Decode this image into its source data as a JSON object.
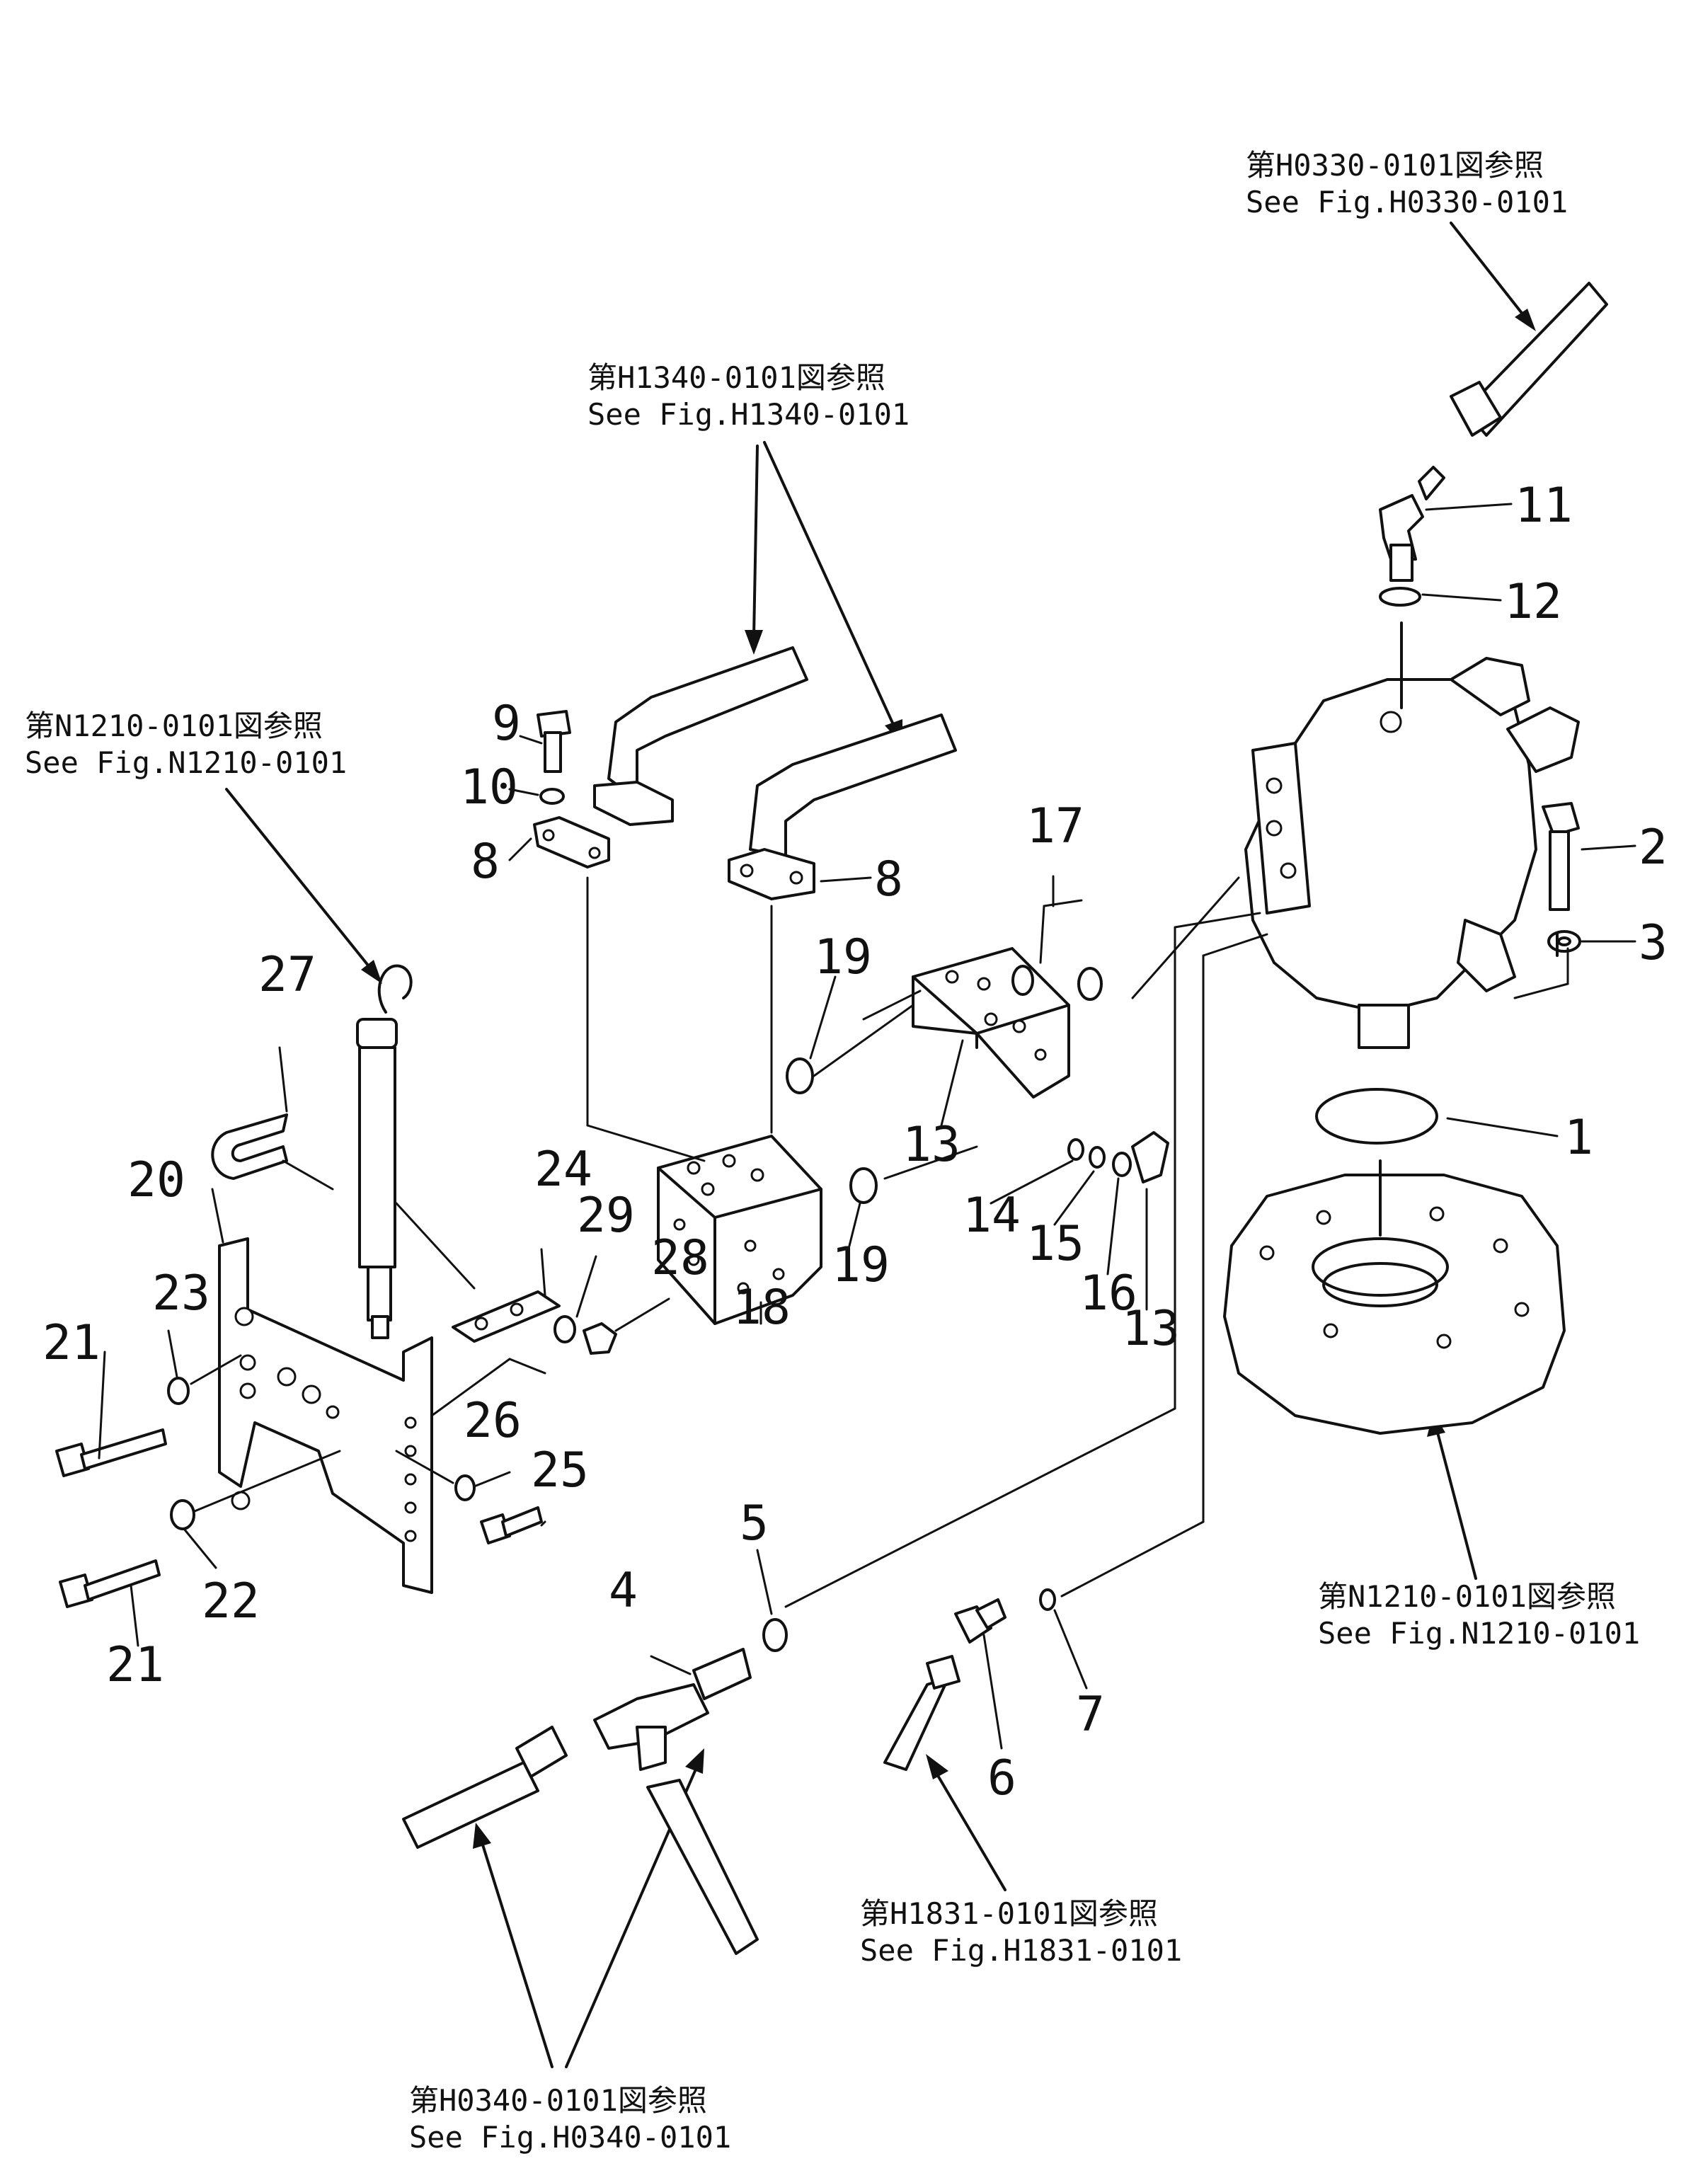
{
  "refs": {
    "h0330_jp": "第H0330-0101図参照",
    "h0330_en": "See Fig.H0330-0101",
    "h1340_jp": "第H1340-0101図参照",
    "h1340_en": "See Fig.H1340-0101",
    "n1210a_jp": "第N1210-0101図参照",
    "n1210a_en": "See Fig.N1210-0101",
    "n1210b_jp": "第N1210-0101図参照",
    "n1210b_en": "See Fig.N1210-0101",
    "h1831_jp": "第H1831-0101図参照",
    "h1831_en": "See Fig.H1831-0101",
    "h0340_jp": "第H0340-0101図参照",
    "h0340_en": "See Fig.H0340-0101"
  },
  "callouts": {
    "p1": "1",
    "p2": "2",
    "p3": "3",
    "p4": "4",
    "p5": "5",
    "p6": "6",
    "p7": "7",
    "p8a": "8",
    "p8b": "8",
    "p9": "9",
    "p10": "10",
    "p11": "11",
    "p12": "12",
    "p13a": "13",
    "p13b": "13",
    "p14": "14",
    "p15": "15",
    "p16": "16",
    "p17": "17",
    "p18": "18",
    "p19a": "19",
    "p19b": "19",
    "p20": "20",
    "p21a": "21",
    "p21b": "21",
    "p22": "22",
    "p23": "23",
    "p24": "24",
    "p25": "25",
    "p26": "26",
    "p27": "27",
    "p28": "28",
    "p29": "29"
  }
}
